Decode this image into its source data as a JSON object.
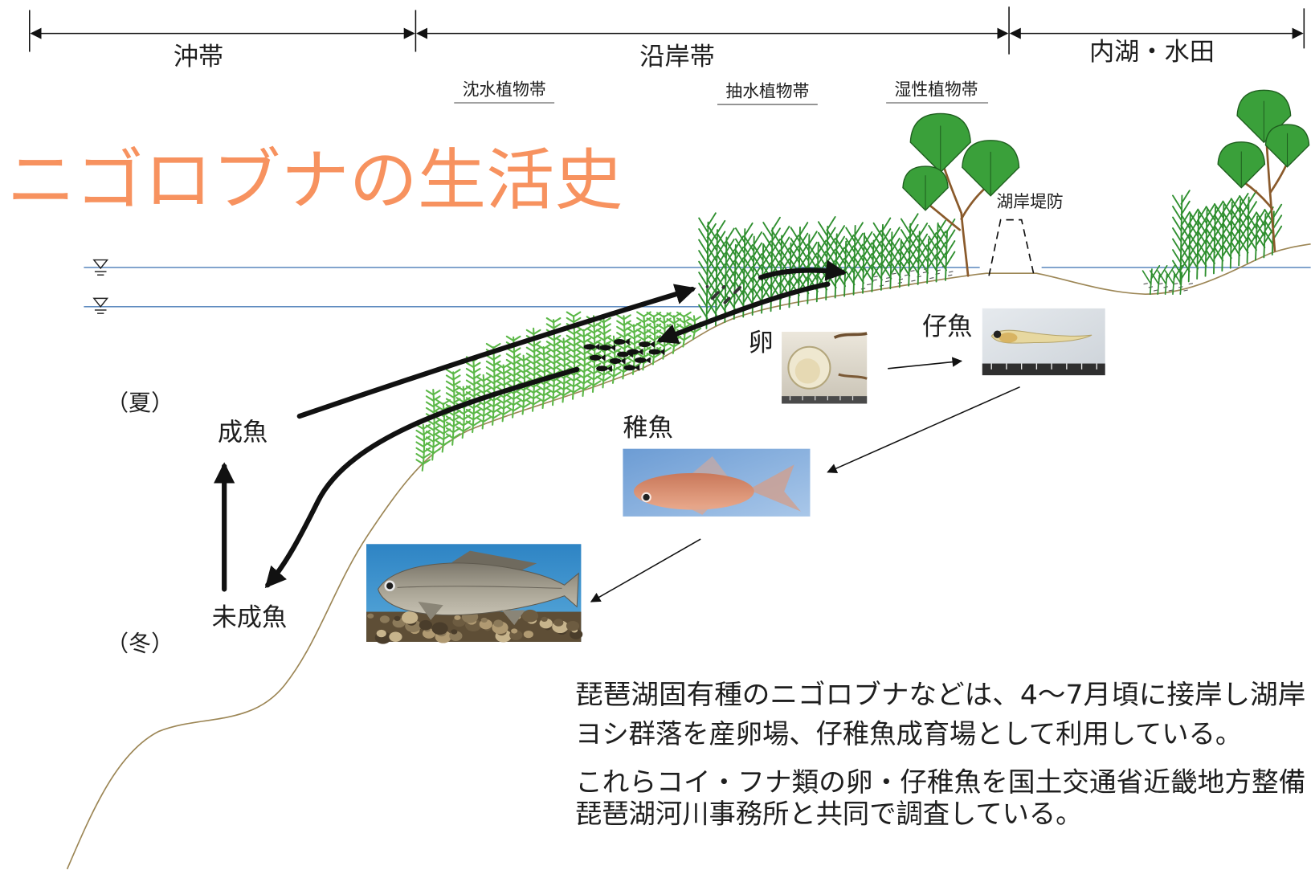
{
  "title": "ニゴロブナの生活史",
  "zones": [
    {
      "label": "沖帯"
    },
    {
      "label": "沿岸帯"
    },
    {
      "label": "内湖・水田"
    }
  ],
  "subzones": [
    {
      "label": "沈水植物帯"
    },
    {
      "label": "抽水植物帯"
    },
    {
      "label": "湿性植物帯"
    }
  ],
  "dike_label": "湖岸堤防",
  "seasons": {
    "summer": "（夏）",
    "winter": "（冬）"
  },
  "stages": {
    "egg": "卵",
    "larva": "仔魚",
    "juvenile": "稚魚",
    "adult": "成魚",
    "immature": "未成魚"
  },
  "description": [
    "琵琶湖固有種のニゴロブナなどは、4～7月頃に接岸し湖岸",
    "ヨシ群落を産卵場、仔稚魚成育場として利用している。",
    "これらコイ・フナ類の卵・仔稚魚を国土交通省近畿地方整備",
    "琵琶湖河川事務所と共同で調査している。"
  ],
  "colors": {
    "title": "#f7925f",
    "water_line": "#4a7bb7",
    "ground": "#9c8655",
    "reed": "#2f8f2f",
    "submerged_plant": "#5cb848",
    "tree_leaf": "#3aa03a",
    "tree_trunk": "#8a5a2b"
  },
  "icons": {
    "water_level": "water-level-icon"
  }
}
